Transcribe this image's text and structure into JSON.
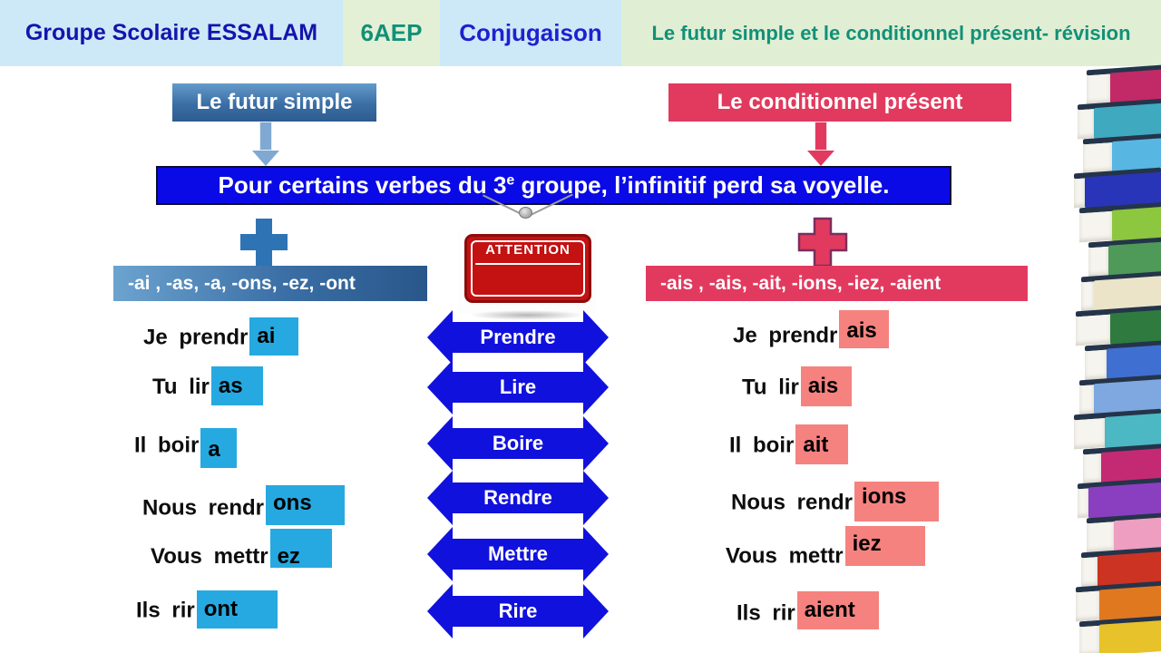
{
  "header": {
    "school": "Groupe Scolaire ESSALAM",
    "grade": "6AEP",
    "subject": "Conjugaison",
    "lesson_title": "Le futur simple et le conditionnel présent- révision"
  },
  "rule": {
    "before": "Pour certains verbes du 3",
    "sup": "e",
    "after": " groupe, l’infinitif perd sa voyelle."
  },
  "attention": {
    "label": "ATTENTION"
  },
  "futur": {
    "title": "Le futur simple",
    "endings": "-ai ,  -as, -a, -ons, -ez, -ont",
    "rows": [
      {
        "stem": "Je prendr",
        "ending": "ai"
      },
      {
        "stem": "Tu  lir",
        "ending": "as"
      },
      {
        "stem": "Il  boir",
        "ending": "a"
      },
      {
        "stem": "Nous  rendr",
        "ending": "ons"
      },
      {
        "stem": "Vous  mettr",
        "ending": "ez"
      },
      {
        "stem": "Ils  rir",
        "ending": "ont"
      }
    ]
  },
  "conditionnel": {
    "title": "Le conditionnel présent",
    "endings": "-ais ,  -ais, -ait, -ions, -iez, -aient",
    "rows": [
      {
        "stem": "Je prendr",
        "ending": "ais"
      },
      {
        "stem": "Tu  lir",
        "ending": "ais"
      },
      {
        "stem": "Il  boir",
        "ending": "ait"
      },
      {
        "stem": "Nous  rendr",
        "ending": "ions"
      },
      {
        "stem": "Vous  mettr",
        "ending": "iez"
      },
      {
        "stem": "Ils rir",
        "ending": "aient"
      }
    ]
  },
  "verbs": [
    "Prendre",
    "Lire",
    "Boire",
    "Rendre",
    "Mettre",
    "Rire"
  ],
  "colors": {
    "futur_accent": "#2e74b5",
    "conditionnel_accent": "#e23a5f",
    "banner_blue": "#0a0ae6",
    "verb_arrow_blue": "#1111dd",
    "highlight_cyan": "#26a9e0",
    "highlight_salmon": "#f5827f",
    "attention_red": "#c41111"
  },
  "books": {
    "colors": [
      "#c12a66",
      "#3fa9c0",
      "#58b6e2",
      "#2935b8",
      "#8dc63f",
      "#4f9a58",
      "#ebe4c9",
      "#2f7a3f",
      "#3f6fd1",
      "#7fa8e0",
      "#4cb8c4",
      "#c42a74",
      "#8a3fc0",
      "#ee9ec0",
      "#cc3322",
      "#e07820",
      "#e8c22a"
    ]
  }
}
